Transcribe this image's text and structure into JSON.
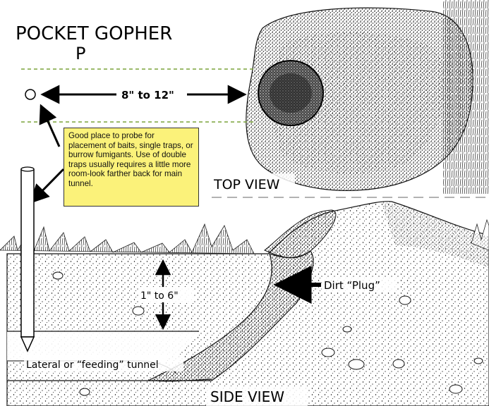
{
  "title": "POCKET GOPHER",
  "title_mark": "P",
  "labels": {
    "top_distance": "8\" to 12\"",
    "top_view": "TOP VIEW",
    "depth": "1\" to 6\"",
    "dirt_plug": "Dirt “Plug”",
    "lateral_tunnel": "Lateral or “feeding” tunnel",
    "side_view": "SIDE VIEW"
  },
  "note": "Good place to probe for placement of baits, single traps, or burrow fumigants. Use of double traps usually requires a little more room-look farther back for main tunnel.",
  "colors": {
    "note_background": "#fbf27a",
    "guide_line": "#7aa33a",
    "ink": "#000000"
  }
}
